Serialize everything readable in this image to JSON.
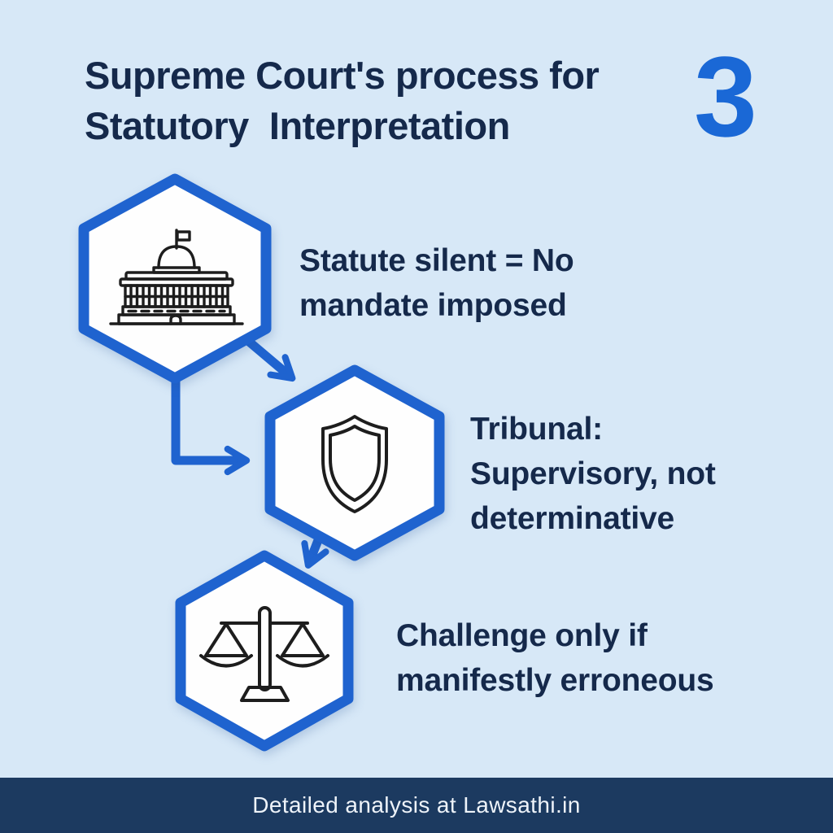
{
  "title": {
    "text": "Supreme Court's process for\nStatutory  Interpretation"
  },
  "page_number": "3",
  "steps": [
    {
      "icon": "parliament-building-icon",
      "label": "Statute silent = No\nmandate imposed"
    },
    {
      "icon": "shield-icon",
      "label": "Tribunal:\nSupervisory, not\ndeterminative"
    },
    {
      "icon": "scales-of-justice-icon",
      "label": "Challenge only if\nmanifestly erroneous"
    }
  ],
  "footer": {
    "text": "Detailed analysis at Lawsathi.in"
  },
  "colors": {
    "background": "#d7e8f7",
    "accent_blue": "#1f63cf",
    "number_blue": "#1a68d6",
    "text_navy": "#15294b",
    "hex_fill": "#fefefe",
    "icon_stroke": "#1d1d1d",
    "footer_bg": "#1c3a60",
    "footer_text": "#eef3f9"
  }
}
